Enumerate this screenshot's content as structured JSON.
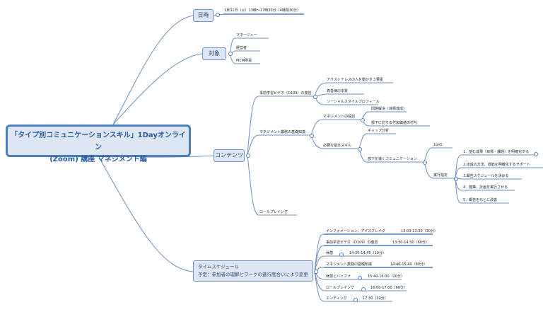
{
  "central": {
    "line1": "「タイプ別コミュニケーションスキル」1Dayオンライン",
    "line2": "(Zoom) 講座 マネジメント編"
  },
  "branches": {
    "nichiji": {
      "label": "日時",
      "value": "1月31日（火）13時〜17時30分（4時間30分）"
    },
    "taisho": {
      "label": "対象",
      "items": [
        "マネージャー",
        "経営者",
        "MCM所員"
      ]
    },
    "contents": {
      "label": "コンテンツ",
      "video": {
        "label": "事前学習ビデオ（D109）の復習",
        "items": [
          "アリストテレスの人を動かす３要素",
          "真善律の本質",
          "ソーシャルスタイルプロフィール"
        ]
      },
      "basics": {
        "label": "マネジメント業務の基礎知識",
        "role": {
          "label": "マネジメントの役割",
          "items": [
            "問題解決（目標達成）",
            "部下に対する付加価値の付与"
          ]
        },
        "skills": {
          "label": "必要な基本スキル",
          "gap": "ギャップ分析",
          "comm": {
            "label": "部下を導くコミュニケーション",
            "oneonone": "1on1",
            "support": {
              "label": "実行指定",
              "items": [
                "1．望む成果（目標・課題）を明確化する",
                "2.達成の方法、道筋を明確化するサポート",
                "3.報告スケジュールを決める",
                "4．施策、計画を実行させる",
                "5．報告をもとに改善"
              ]
            }
          }
        }
      },
      "roleplay": "ロールプレイング"
    },
    "schedule": {
      "label": "タイムスケジュール",
      "note": "予定：参加者の理解とワークの進行度合いにより変更",
      "rows": [
        {
          "name": "インフォメーション、アイスブレイク",
          "time": "13:00-13:30（30分）"
        },
        {
          "name": "事前学習ビデオ（D109）の復習",
          "time": "13:30-14:30（60分）"
        },
        {
          "name": "休憩",
          "time": "14:30-14:40（10分）"
        },
        {
          "name": "マネジメント業務の基礎知識",
          "time": "14:40-15:40（60分）"
        },
        {
          "name": "休憩とバッファ",
          "time": "15:40-16:00（20分）"
        },
        {
          "name": "ロールプレイング",
          "time": "16:00-17:00（60分）"
        },
        {
          "name": "エンディング",
          "time": "17:30（30分）"
        }
      ]
    }
  }
}
